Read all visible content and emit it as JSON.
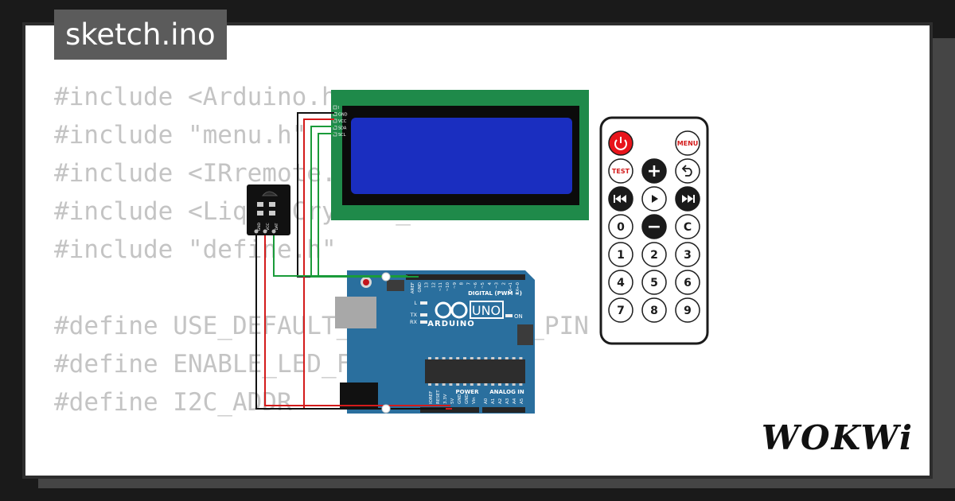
{
  "file_tab": {
    "label": "sketch.ino"
  },
  "code": [
    "#include <Arduino.h>",
    "#include \"menu.h\"",
    "#include <IRremote.h>",
    "#include <LiquidCrystal_I2C.h>",
    "#include \"define.h\"",
    "",
    "#define USE_DEFAULT_FEEDBACK_LED_PIN true",
    "#define ENABLE_LED_FEEDBACK true",
    "#define I2C_ADDR    0x27"
  ],
  "lcd": {
    "pins": [
      "I",
      "GND",
      "VCC",
      "SDA",
      "SCL"
    ],
    "screen_color": "#1a2ec0",
    "pcb_color": "#1f8a4a"
  },
  "ir_receiver": {
    "pins": [
      "GND",
      "VCC",
      "DAT"
    ]
  },
  "arduino": {
    "brand": "ARDUINO",
    "model": "UNO",
    "digital_label": "DIGITAL (PWM ~)",
    "power_label": "POWER",
    "analog_label": "ANALOG IN",
    "on_label": "ON",
    "led_labels": [
      "L",
      "TX",
      "RX"
    ],
    "digital_pins": [
      "AREF",
      "GND",
      "13",
      "12",
      "~11",
      "~10",
      "~9",
      "8",
      "7",
      "~6",
      "~5",
      "4",
      "~3",
      "2",
      "TX→1",
      "RX←0"
    ],
    "power_pins": [
      "IOREF",
      "RESET",
      "3.3V",
      "5V",
      "GND",
      "GND",
      "Vin"
    ],
    "analog_pins": [
      "A0",
      "A1",
      "A2",
      "A3",
      "A4",
      "A5"
    ],
    "board_color": "#2a6f9e"
  },
  "remote": {
    "buttons": [
      {
        "label": "power",
        "icon": "power-icon"
      },
      {
        "label": "MENU"
      },
      {
        "label": "TEST"
      },
      {
        "label": "+"
      },
      {
        "label": "back",
        "icon": "back-icon"
      },
      {
        "label": "prev",
        "icon": "prev-icon"
      },
      {
        "label": "play",
        "icon": "play-icon"
      },
      {
        "label": "next",
        "icon": "next-icon"
      },
      {
        "label": "0"
      },
      {
        "label": "−"
      },
      {
        "label": "C"
      },
      {
        "label": "1"
      },
      {
        "label": "2"
      },
      {
        "label": "3"
      },
      {
        "label": "4"
      },
      {
        "label": "5"
      },
      {
        "label": "6"
      },
      {
        "label": "7"
      },
      {
        "label": "8"
      },
      {
        "label": "9"
      }
    ]
  },
  "logo": {
    "text": "WOKWi"
  }
}
